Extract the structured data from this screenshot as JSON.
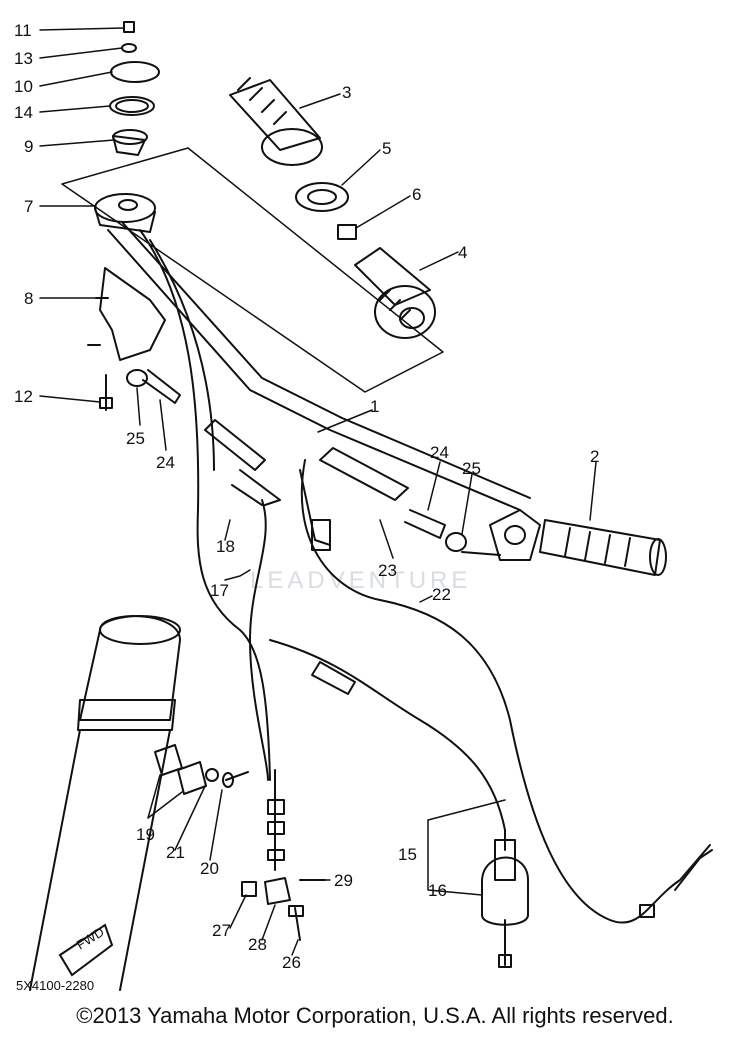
{
  "diagram_code": "5X4100-2280",
  "watermark": "LEADVENTURE",
  "copyright": "©2013 Yamaha Motor Corporation, U.S.A. All rights reserved.",
  "callouts": {
    "c11": "11",
    "c13": "13",
    "c10": "10",
    "c14": "14",
    "c9": "9",
    "c7": "7",
    "c8": "8",
    "c12": "12",
    "c3": "3",
    "c5": "5",
    "c6": "6",
    "c4": "4",
    "c1": "1",
    "c2": "2",
    "c24a": "24",
    "c25a": "25",
    "c24b": "24",
    "c25b": "25",
    "c23": "23",
    "c22": "22",
    "c18": "18",
    "c17": "17",
    "c15": "15",
    "c16": "16",
    "c19": "19",
    "c21": "21",
    "c20": "20",
    "c27": "27",
    "c28": "28",
    "c26": "26",
    "c29": "29"
  },
  "fwd_icon": "fwd-arrow-icon"
}
